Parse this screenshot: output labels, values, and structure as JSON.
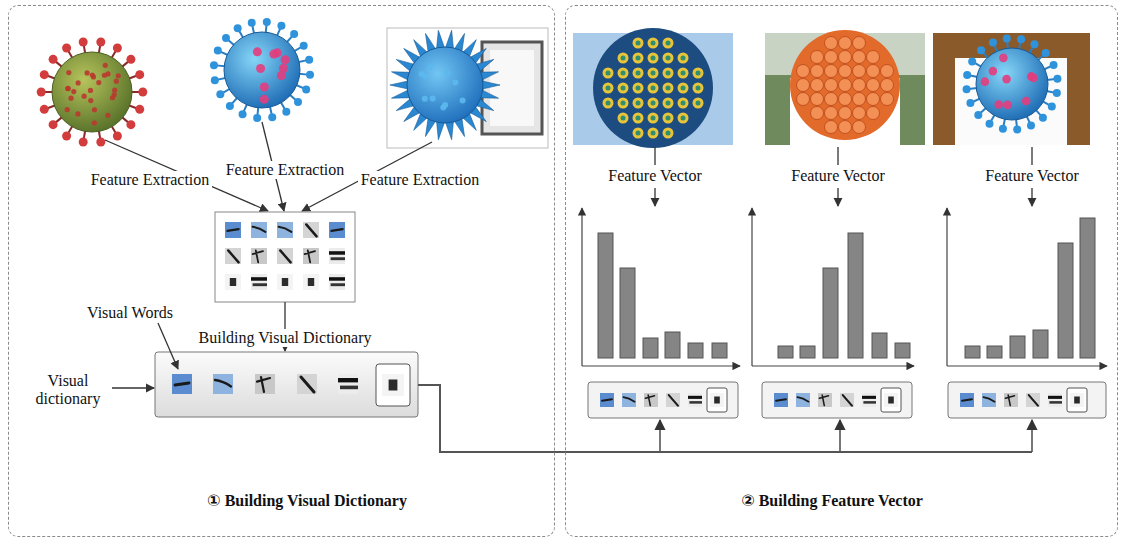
{
  "diagram": {
    "nodes": [
      {
        "text": [
          "① Building Visual Dictionary"
        ]
      },
      {
        "text": [
          "② Building Feature Vector"
        ]
      }
    ],
    "labels": [
      "Feature Extraction",
      "Feature Extraction",
      "Feature Extraction",
      "Visual Words",
      "Building Visual Dictionary",
      "Visual dictionary",
      "Feature Vector",
      "Feature Vector",
      "Feature Vector"
    ]
  }
}
